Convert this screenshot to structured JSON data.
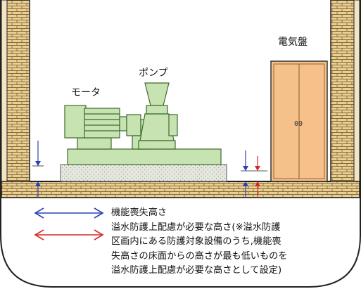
{
  "labels": {
    "electrical_panel": "電気盤",
    "pump": "ポンプ",
    "motor": "モータ",
    "panel_mark": "00"
  },
  "legend": {
    "blue_arrow_text": "機能喪失高さ",
    "red_arrow_text_lines": [
      "溢水防護上配慮が必要な高さ(※溢水防護",
      "区画内にある防護対象設備のうち,機能喪",
      "失高さの床面からの高さが最も低いものを",
      "溢水防護上配慮が必要な高さとして設定)"
    ]
  },
  "colors": {
    "wall": "#e3c88f",
    "wall_brick_line": "#8a6a2e",
    "equipment_green": "#c8e3b2",
    "equipment_outline": "#3c6a2e",
    "panel_fill": "#f6c08a",
    "blue_arrow": "#2b3fb5",
    "red_arrow": "#d62828",
    "outline": "#222222"
  }
}
